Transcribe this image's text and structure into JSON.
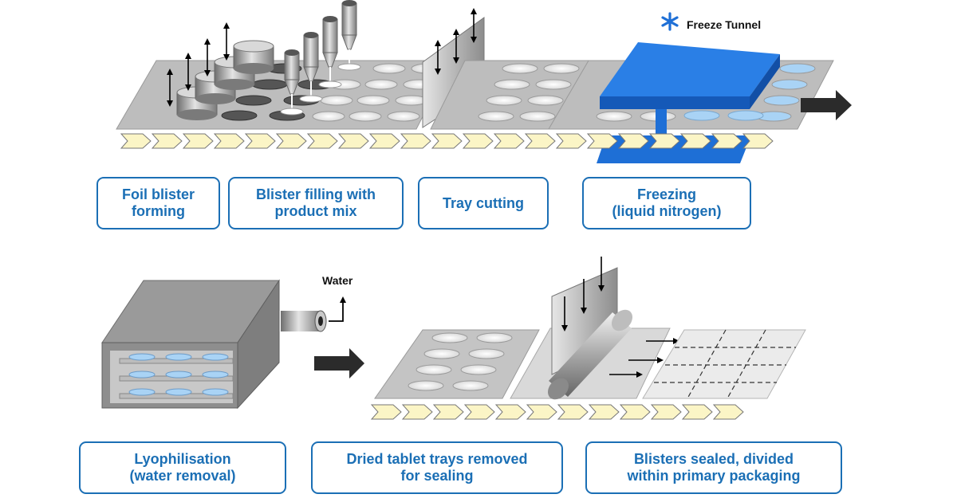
{
  "labels": {
    "freeze_tunnel": "Freeze Tunnel",
    "water": "Water"
  },
  "steps": [
    {
      "id": "foil",
      "text": "Foil blister\nforming"
    },
    {
      "id": "fill",
      "text": "Blister filling with\nproduct mix"
    },
    {
      "id": "cut",
      "text": "Tray cutting"
    },
    {
      "id": "freeze",
      "text": "Freezing\n(liquid nitrogen)"
    },
    {
      "id": "lyo",
      "text": "Lyophilisation\n(water removal)"
    },
    {
      "id": "dried",
      "text": "Dried tablet trays removed\nfor sealing"
    },
    {
      "id": "seal",
      "text": "Blisters sealed, divided\nwithin primary packaging"
    }
  ],
  "colors": {
    "box_border": "#1b6fb5",
    "box_text": "#1b6fb5",
    "freeze_tunnel": "#1e6fd6",
    "snowflake": "#1e6fd6",
    "chevron_fill": "#fbf5c6",
    "plate": "#b9b9b9",
    "frozen_cavity": "#a9d3f5"
  },
  "icons": [
    "snowflake-icon",
    "process-arrow-icon",
    "cylinder-tool-icon",
    "dosing-nozzle-icon",
    "sealing-roller-icon"
  ]
}
